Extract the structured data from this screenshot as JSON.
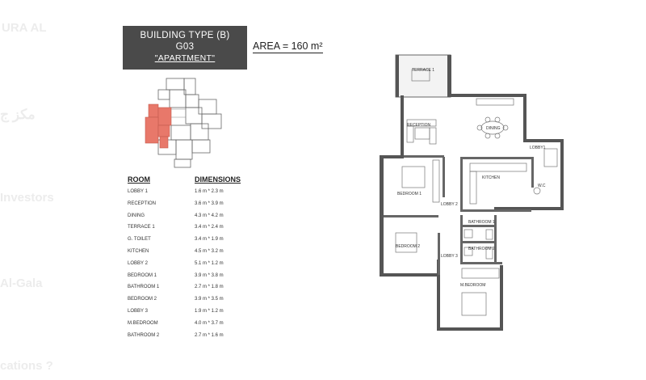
{
  "background_text": {
    "line1": "URA AL",
    "line2": "مكز ج",
    "line3": "Investors",
    "line4": "Al-Gala",
    "line5": "cations ?"
  },
  "title_box": {
    "line1": "BUILDING TYPE (B)",
    "line2": "G03",
    "line3": "\"APARTMENT\""
  },
  "area": {
    "label": "AREA = 160 m²"
  },
  "table": {
    "header_room": "ROOM",
    "header_dimensions": "DIMENSIONS",
    "rows": [
      {
        "room": "LOBBY 1",
        "dims": "1.6 m * 2.3 m"
      },
      {
        "room": "RECEPTION",
        "dims": "3.6 m * 3.9 m"
      },
      {
        "room": "DINING",
        "dims": "4.3 m * 4.2 m"
      },
      {
        "room": "TERRACE 1",
        "dims": "3.4 m * 2.4 m"
      },
      {
        "room": "G. TOILET",
        "dims": "3.4 m * 1.9 m"
      },
      {
        "room": "KITCHEN",
        "dims": "4.5 m * 3.2 m"
      },
      {
        "room": "LOBBY 2",
        "dims": "5.1 m * 1.2 m"
      },
      {
        "room": "BEDROOM 1",
        "dims": "3.9 m * 3.8 m"
      },
      {
        "room": "BATHROOM 1",
        "dims": "2.7 m * 1.8 m"
      },
      {
        "room": "BEDROOM 2",
        "dims": "3.9 m * 3.5 m"
      },
      {
        "room": "LOBBY 3",
        "dims": "1.9 m * 1.2 m"
      },
      {
        "room": "M.BEDROOM",
        "dims": "4.0 m * 3.7 m"
      },
      {
        "room": "BATHROOM 2",
        "dims": "2.7 m * 1.6 m"
      }
    ]
  },
  "plan_labels": {
    "terrace": "TERRACE 1",
    "reception": "RECEPTION",
    "dining": "DINING",
    "lobby1": "LOBBY1",
    "kitchen": "KITCHEN",
    "wc": "W.C",
    "bedroom1": "BEDROOM 1",
    "lobby2": "LOBBY 2",
    "bathroom1": "BATHROOM 1",
    "bedroom2": "BEDROOM 2",
    "lobby3": "LOBBY 3",
    "bathroom2": "BATHROOM 2",
    "mbedroom": "M.BEDROOM"
  },
  "colors": {
    "title_bg": "#4a4a4a",
    "highlight": "#e8786a",
    "wall": "#555555"
  }
}
